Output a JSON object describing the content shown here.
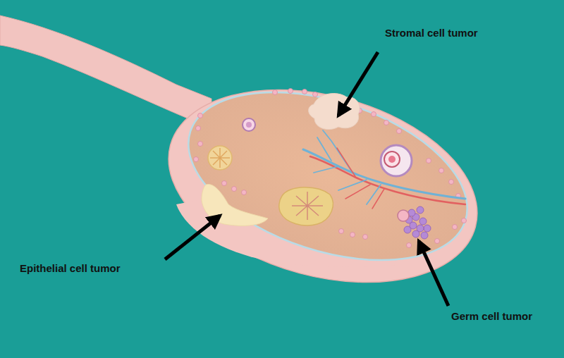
{
  "diagram": {
    "labels": [
      "Stromal cell tumor",
      "Epithelial cell tumor",
      "Germ cell tumor"
    ]
  }
}
